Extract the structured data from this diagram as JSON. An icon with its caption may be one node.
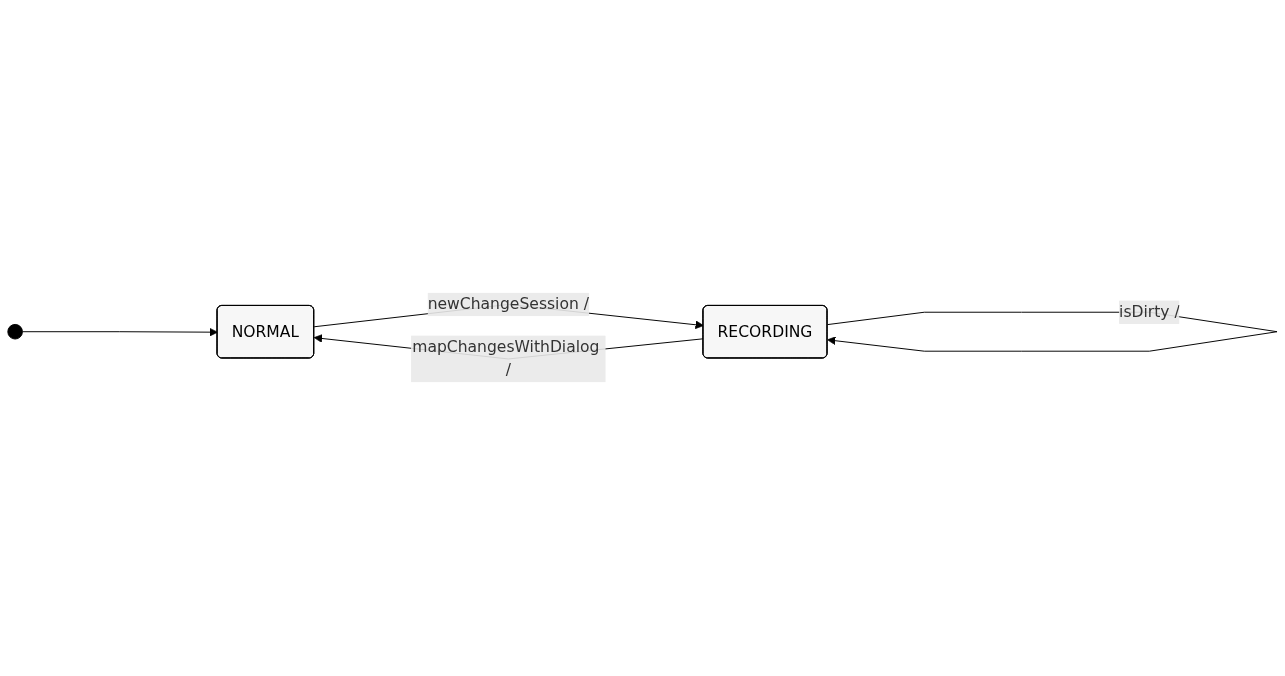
{
  "diagram": {
    "nodes": [
      {
        "text": [],
        "shape": "circle"
      },
      {
        "text": [
          "NORMAL"
        ]
      },
      {
        "text": [
          "RECORDING"
        ]
      }
    ],
    "edges": [
      {
        "from": 0,
        "to": 1,
        "arrow": "to"
      },
      {
        "from": 2,
        "to": 1,
        "label": "mapChangesWithDialog /",
        "arrow": "to"
      },
      {
        "from": 1,
        "to": 2,
        "label": "newChangeSession /",
        "arrow": "to"
      },
      {
        "from": 2,
        "to": 2,
        "label": "isDirty /",
        "arrow": "to"
      }
    ]
  }
}
